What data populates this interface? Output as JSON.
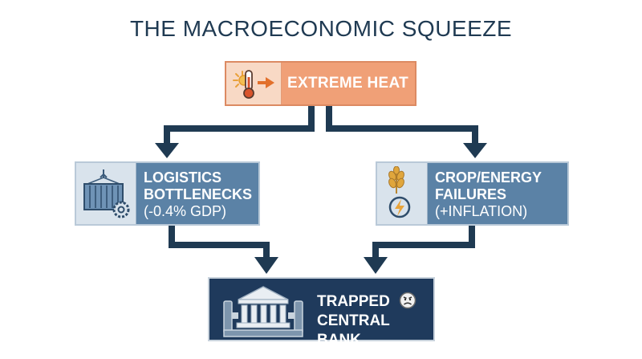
{
  "title": "THE MACROECONOMIC SQUEEZE",
  "nodes": {
    "heat": {
      "label": "EXTREME HEAT",
      "icon": "thermometer-sun-icon"
    },
    "logistics": {
      "line1": "LOGISTICS",
      "line2": "BOTTLENECKS",
      "line3": "(-0.4% GDP)",
      "icon": "shipping-container-gear-icon"
    },
    "crop": {
      "line1": "CROP/ENERGY",
      "line2": "FAILURES",
      "line3": "(+INFLATION)",
      "icon": "wheat-lightning-icon"
    },
    "bank": {
      "line1": "TRAPPED",
      "line2": "CENTRAL BANK",
      "icon": "bank-in-clamp-icon",
      "emoji": "frowning-face-icon"
    }
  },
  "edges": [
    {
      "from": "heat",
      "to": "logistics"
    },
    {
      "from": "heat",
      "to": "crop"
    },
    {
      "from": "logistics",
      "to": "bank"
    },
    {
      "from": "crop",
      "to": "bank"
    }
  ],
  "colors": {
    "title": "#1f3a52",
    "heat_fill": "#f0a077",
    "mid_fill": "#5b82a6",
    "bank_fill": "#1f3a5c",
    "arrow": "#1f3a52"
  }
}
